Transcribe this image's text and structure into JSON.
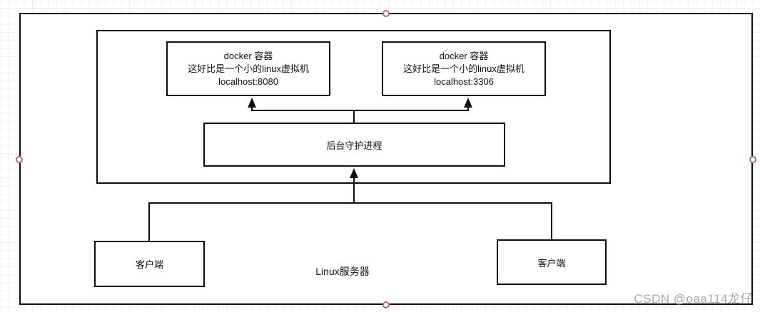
{
  "diagram": {
    "containers": [
      {
        "title": "docker 容器",
        "desc": "这好比是一个小的linux虚拟机",
        "addr": "localhost:8080"
      },
      {
        "title": "docker 容器",
        "desc": "这好比是一个小的linux虚拟机",
        "addr": "localhost:3306"
      }
    ],
    "daemon_label": "后台守护进程",
    "clients": [
      {
        "label": "客户端"
      },
      {
        "label": "客户端"
      }
    ],
    "server_label": "Linux服务器"
  },
  "watermark": {
    "text": "CSDN @oaa114龙仔",
    "color": "#a8a8a8"
  },
  "style": {
    "shape_border_color": "#0d0d0d",
    "connection_point_color": "#b07070",
    "grid_color": "#f0f0f0",
    "canvas_background": "#ffffff"
  }
}
